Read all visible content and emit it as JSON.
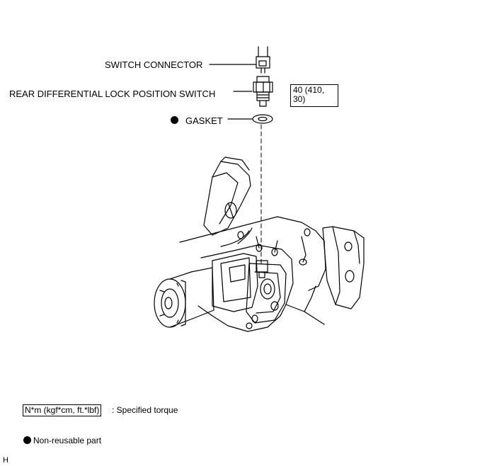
{
  "callouts": {
    "switch_connector": "SWITCH CONNECTOR",
    "lock_position_switch": "REAR DIFFERENTIAL LOCK POSITION SWITCH",
    "gasket": "GASKET"
  },
  "torque_value": "40 (410, 30)",
  "legend": {
    "torque_box": "N*m (kgf*cm, ft.*lbf)",
    "torque_text": ": Specified torque",
    "non_reusable_text": "Non-reusable part"
  },
  "figure_code": "H"
}
